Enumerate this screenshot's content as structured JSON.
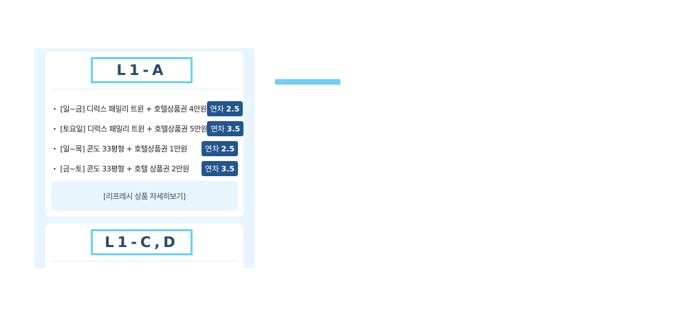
{
  "cards": [
    {
      "code": "L1-A",
      "options": [
        {
          "text": "・ [일~금] 디럭스 패밀리 트윈 + 호텔상품권 4만원",
          "price_label": "연차",
          "price_value": "2.5"
        },
        {
          "text": "・ [토요일] 디럭스 패밀리 트윈 + 호텔상품권 5만원",
          "price_label": "연차",
          "price_value": "3.5"
        },
        {
          "text": "・ [일~목] 콘도 33평형 + 호텔상품권 1만원",
          "price_label": "연차",
          "price_value": "2.5"
        },
        {
          "text": "・ [금~토] 콘도 33평형 + 호텔 상품권 2만원",
          "price_label": "연차",
          "price_value": "3.5"
        }
      ],
      "detail_button": "[리프레시 상품 자세히보기]"
    },
    {
      "code": "L1-C,D"
    }
  ],
  "colors": {
    "panel_bg": "#e8f5fc",
    "accent": "#6dd0f5",
    "badge_bg": "#23568f",
    "code_text": "#2a4a6e"
  }
}
